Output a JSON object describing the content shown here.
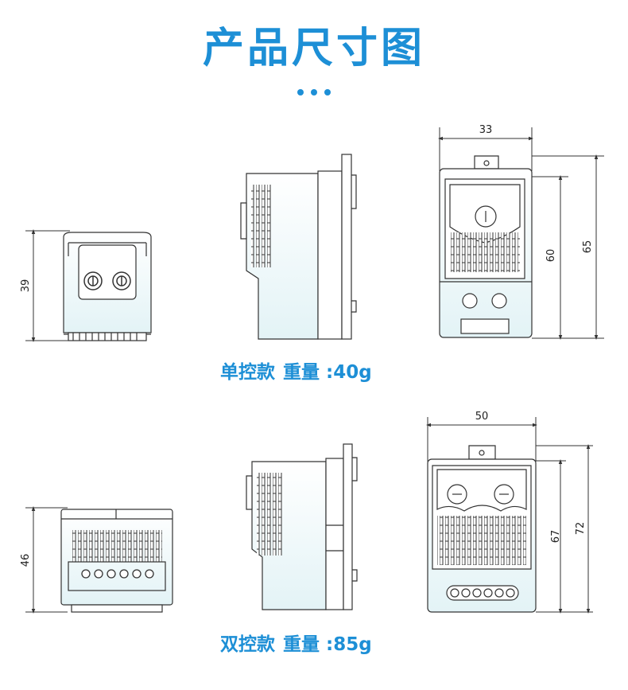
{
  "title": "产品尺寸图",
  "accent_color": "#1d8fd6",
  "single_control": {
    "name": "单控款",
    "weight_label": "重量 :40g",
    "dimensions": {
      "height_front": "39",
      "width_top": "33",
      "height_inner": "60",
      "height_outer": "65"
    }
  },
  "double_control": {
    "name": "双控款",
    "weight_label": "重量 :85g",
    "dimensions": {
      "height_front": "46",
      "width_top": "50",
      "height_inner": "67",
      "height_outer": "72"
    }
  }
}
